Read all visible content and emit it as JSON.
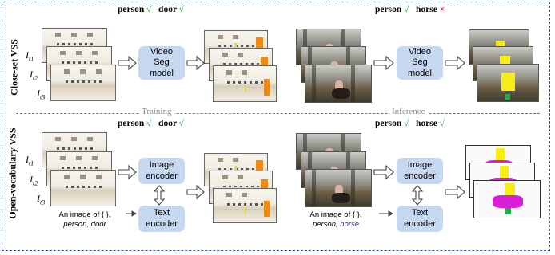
{
  "top": {
    "left_status": {
      "a": "person",
      "a_mark": "√",
      "b": "door",
      "b_mark": "√"
    },
    "right_status": {
      "a": "person",
      "a_mark": "√",
      "b": "horse",
      "b_mark": "×"
    }
  },
  "bottom": {
    "left_status": {
      "a": "person",
      "a_mark": "√",
      "b": "door",
      "b_mark": "√"
    },
    "right_status": {
      "a": "person",
      "a_mark": "√",
      "b": "horse",
      "b_mark": "√"
    }
  },
  "section_labels": {
    "top": "Close-set VSS",
    "bottom": "Open-vocabulary VSS"
  },
  "separators": {
    "left": "Training",
    "right": "Inference"
  },
  "frame_labels": {
    "t1": "I",
    "t2": "I",
    "t3": "I",
    "s1": "t1",
    "s2": "t2",
    "s3": "t3"
  },
  "boxes": {
    "video_seg_top": [
      "Video",
      "Seg",
      "model"
    ],
    "video_seg_right": [
      "Video",
      "Seg",
      "model"
    ],
    "image_encoder": [
      "Image",
      "encoder"
    ],
    "text_encoder": [
      "Text",
      "encoder"
    ]
  },
  "prompts": {
    "left": {
      "line1": "An image of { },",
      "line2": "person, door"
    },
    "right": {
      "line1": "An image of { },",
      "line2a": "person, ",
      "line2b": "horse"
    }
  },
  "colors": {
    "check": "#2fae3f",
    "cross": "#e0222a",
    "box": "#c6d7f0",
    "frame_border": "#2a4f8a",
    "blue_word": "#2233bb",
    "door_mask": "#f08a12",
    "person_mask": "#ecd93a",
    "horse_mask": "#d91fd6"
  }
}
